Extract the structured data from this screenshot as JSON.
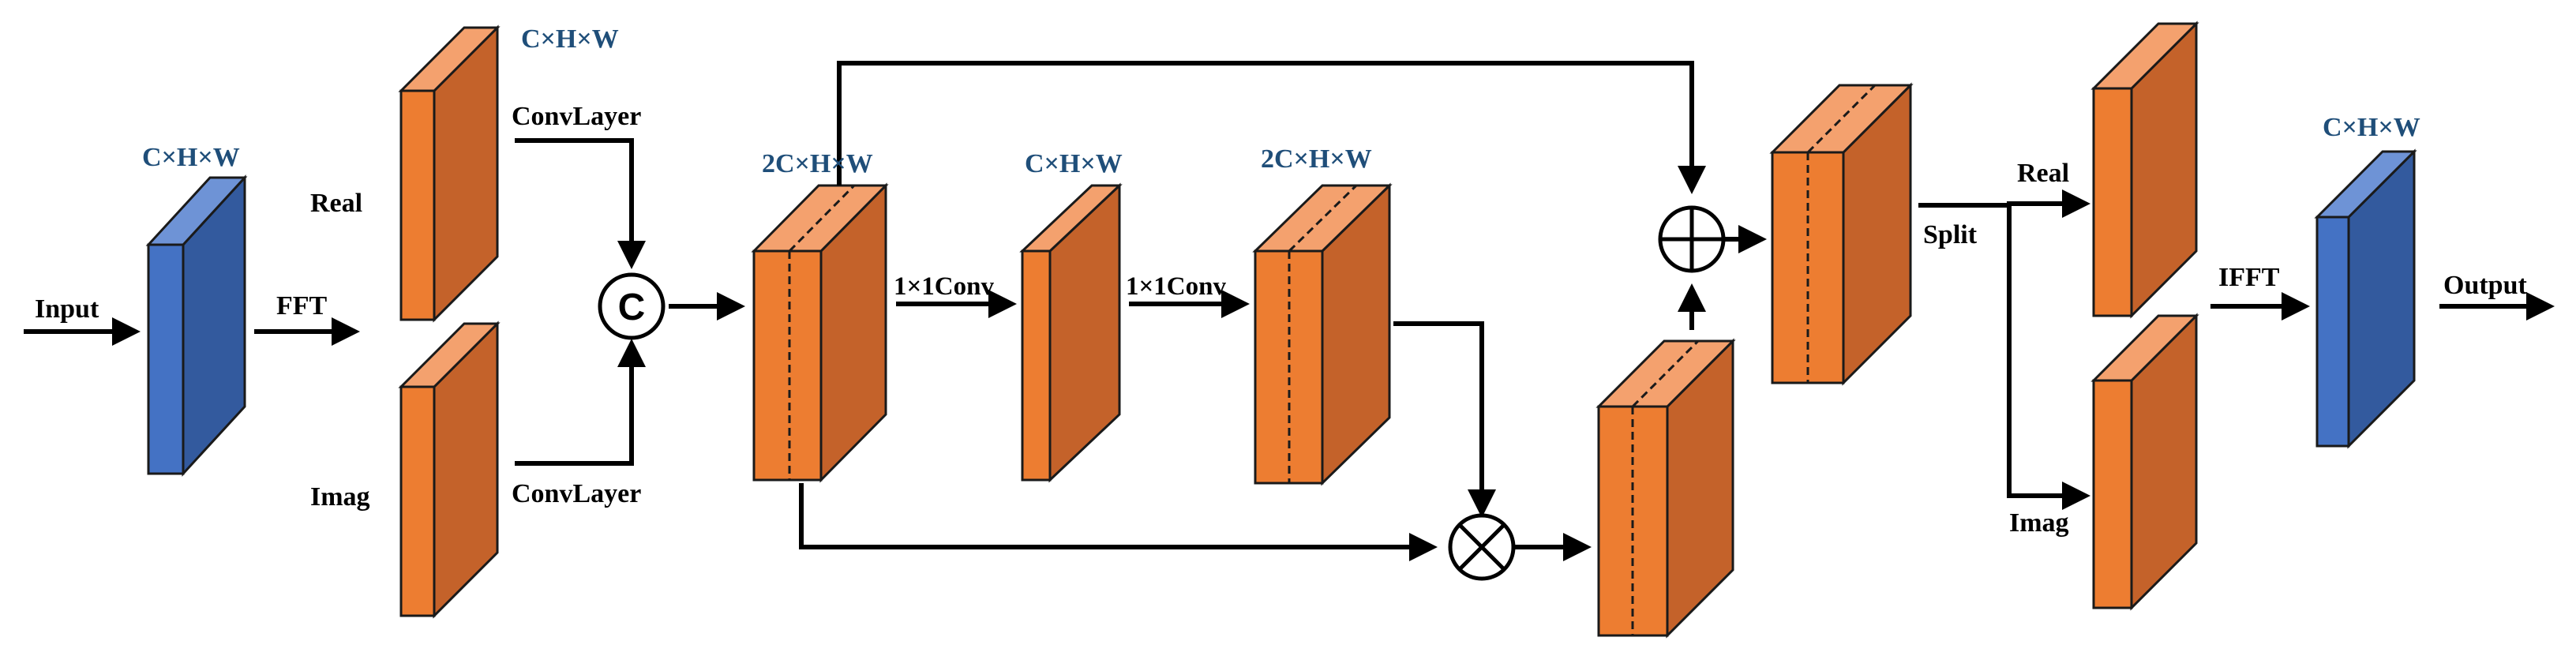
{
  "labels": {
    "input": "Input",
    "fft": "FFT",
    "real_top": "Real",
    "imag_top": "Imag",
    "convlayer_top": "ConvLayer",
    "convlayer_bottom": "ConvLayer",
    "conv1x1_a": "1×1Conv",
    "conv1x1_b": "1×1Conv",
    "split": "Split",
    "real_out": "Real",
    "imag_out": "Imag",
    "ifft": "IFFT",
    "output": "Output"
  },
  "dims": {
    "input_block": "C×H×W",
    "real_block": "C×H×W",
    "concat_block": "2C×H×W",
    "mid_block": "C×H×W",
    "expand_block": "2C×H×W",
    "output_block": "C×H×W"
  },
  "operators": {
    "concat": "C"
  },
  "colors": {
    "orange_front": "#ED7D31",
    "orange_side": "#C4622A",
    "orange_top": "#F4A16E",
    "blue_front": "#4472C4",
    "blue_side": "#335A9E",
    "dim_text": "#1F4E79",
    "edge": "#1a1a1a"
  },
  "icons": {
    "concat": "concat-circle-icon",
    "add": "circle-plus-icon",
    "multiply": "circle-times-icon"
  }
}
